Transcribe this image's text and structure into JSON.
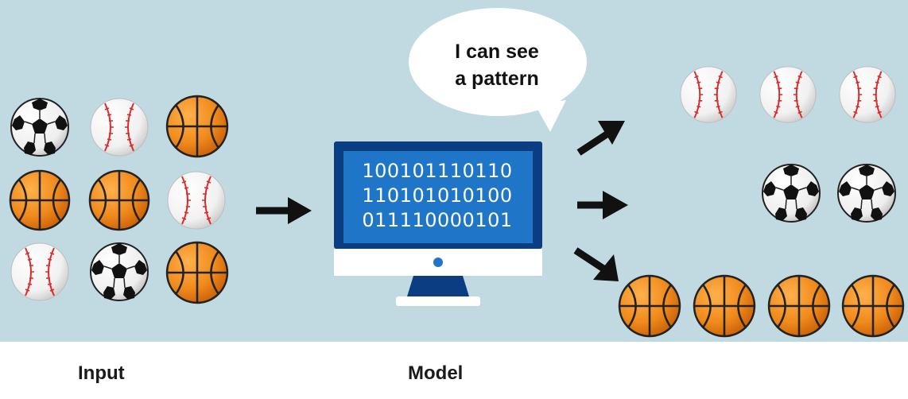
{
  "labels": {
    "input": "Input",
    "model": "Model"
  },
  "bubble": {
    "line1": "I can see",
    "line2": "a pattern"
  },
  "screen": {
    "lines": [
      "100101110110",
      "110101010100",
      "011110000101"
    ]
  },
  "colors": {
    "background": "#c1d9e1",
    "monitor_frame": "#0a3d82",
    "screen": "#1f76c8",
    "basketball": "#f08a1c",
    "baseball_seam": "#d92b2b"
  },
  "input_grid": [
    [
      "soccer-ball",
      "baseball",
      "basketball"
    ],
    [
      "basketball",
      "basketball",
      "baseball"
    ],
    [
      "baseball",
      "soccer-ball",
      "basketball"
    ]
  ],
  "output_groups": {
    "baseballs": [
      "baseball",
      "baseball",
      "baseball"
    ],
    "soccer_balls": [
      "soccer-ball",
      "soccer-ball"
    ],
    "basketballs": [
      "basketball",
      "basketball",
      "basketball",
      "basketball"
    ]
  }
}
